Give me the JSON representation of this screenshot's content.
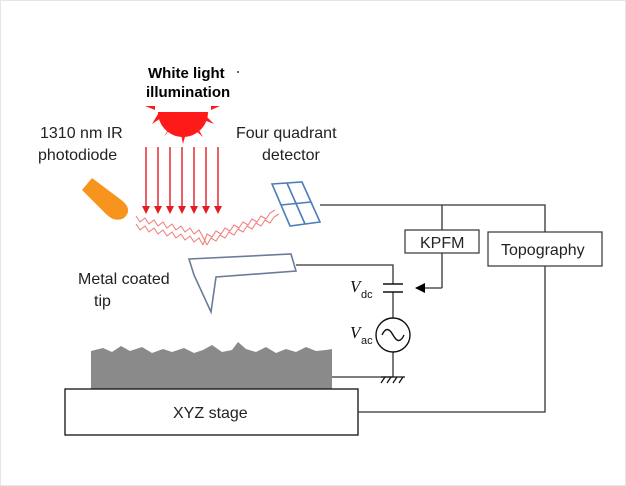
{
  "labels": {
    "white_light_line1": "White light",
    "white_light_line2": "illumination",
    "ir_line1": "1310 nm IR",
    "ir_line2": "photodiode",
    "detector_line1": "Four quadrant",
    "detector_line2": "detector",
    "tip_line1": "Metal coated",
    "tip_line2": "tip",
    "kpfm": "KPFM",
    "topography": "Topography",
    "vdc_symbol": "V",
    "vdc_sub": "dc",
    "vac_symbol": "V",
    "vac_sub": "ac",
    "stage": "XYZ stage"
  },
  "colors": {
    "sun": "#ff1a1a",
    "light_rays": "#e31b23",
    "laser": "#f08080",
    "diode": "#f7941d",
    "detector": "#4a7ebb",
    "cantilever": "#6b7c99",
    "sample": "#8a8a8a",
    "wires": "#333333"
  },
  "icons": {
    "sun": "sun-icon",
    "photodiode": "laser-diode-icon",
    "detector": "quadrant-detector-icon",
    "ac_source": "ac-source-icon",
    "ground": "ground-icon",
    "capacitor": "capacitor-icon"
  }
}
